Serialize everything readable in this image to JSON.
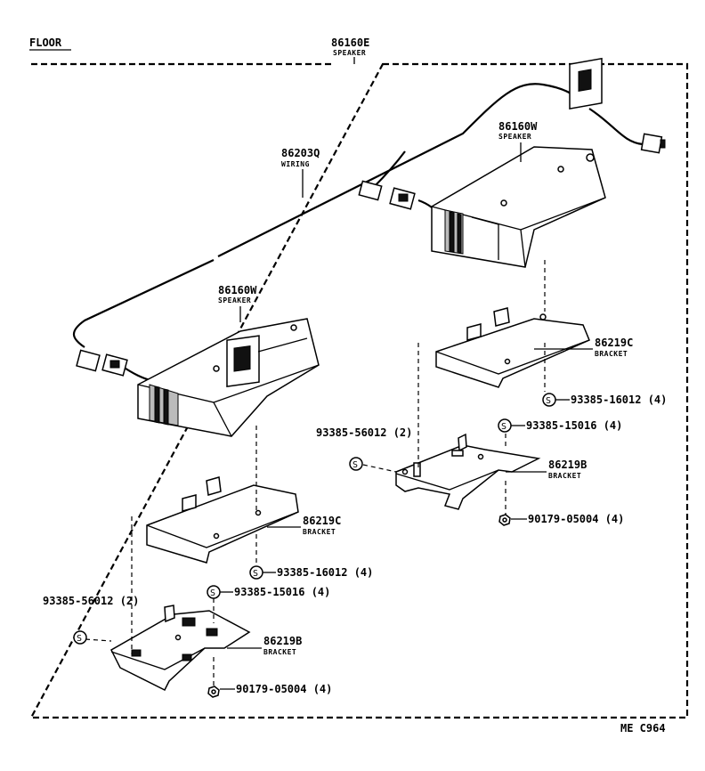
{
  "header": {
    "section": "FLOOR",
    "footer_code": "ME C964"
  },
  "assembly": {
    "part_no": "86160E",
    "name": "SPEAKER"
  },
  "wiring": {
    "part_no": "86203Q",
    "name": "WIRING"
  },
  "speakers": [
    {
      "part_no": "86160W",
      "name": "SPEAKER"
    },
    {
      "part_no": "86160W",
      "name": "SPEAKER"
    }
  ],
  "brackets": [
    {
      "part_no": "86219C",
      "name": "BRACKET"
    },
    {
      "part_no": "86219C",
      "name": "BRACKET"
    },
    {
      "part_no": "86219B",
      "name": "BRACKET"
    },
    {
      "part_no": "86219B",
      "name": "BRACKET"
    }
  ],
  "fasteners": {
    "screw_16012": "93385-16012 (4)",
    "screw_15016": "93385-15016 (4)",
    "screw_56012": "93385-56012 (2)",
    "nut_05004": "90179-05004 (4)",
    "screw_symbol": "S"
  },
  "colors": {
    "ink": "#000000",
    "paper": "#ffffff"
  }
}
